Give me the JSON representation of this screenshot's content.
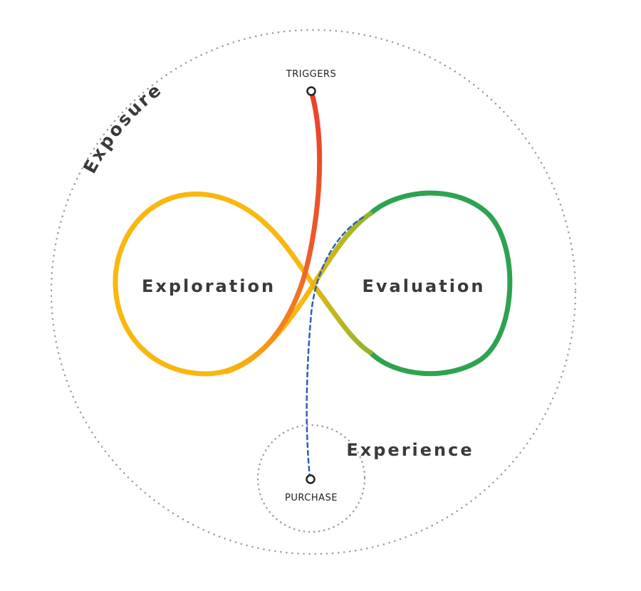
{
  "labels": {
    "exposure": "Exposure",
    "triggers": "TRIGGERS",
    "exploration": "Exploration",
    "evaluation": "Evaluation",
    "experience": "Experience",
    "purchase": "PURCHASE"
  },
  "colors": {
    "exploration_loop": "#f9b70f",
    "evaluation_loop": "#2ea34f",
    "trigger_path": "#e8412c",
    "purchase_path": "#2b5fb8",
    "dotted_circle": "#9b9b9b",
    "text": "#3a3a3a"
  }
}
